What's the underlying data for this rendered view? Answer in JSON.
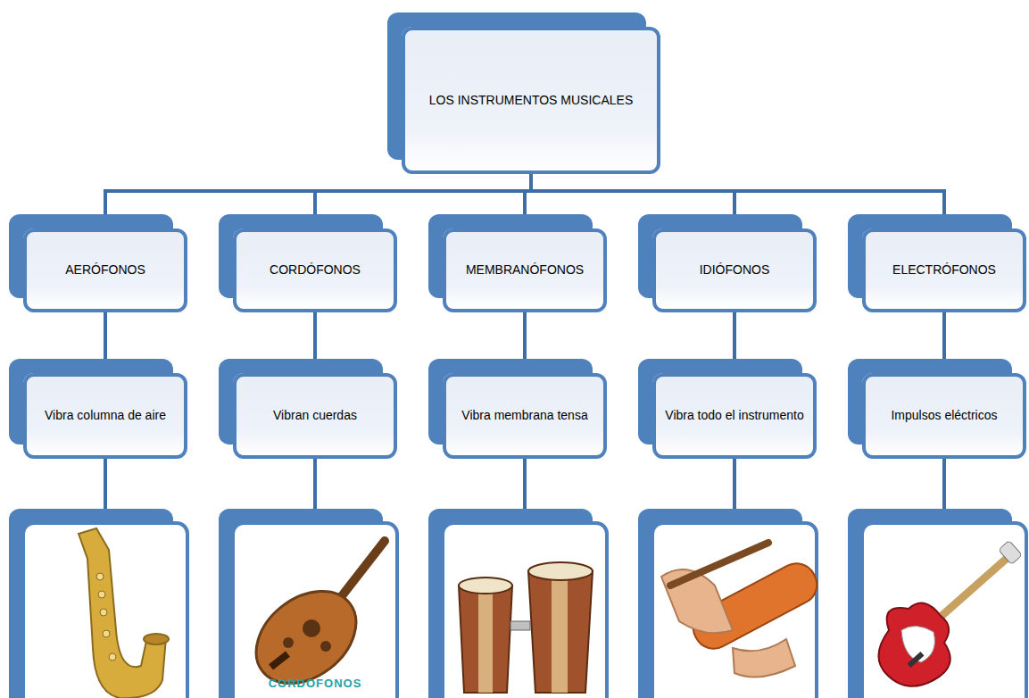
{
  "diagram": {
    "nodes": [
      {
        "text": [
          "LOS INSTRUMENTOS MUSICALES"
        ]
      },
      {
        "text": [
          "AERÓFONOS"
        ]
      },
      {
        "text": [
          "CORDÓFONOS"
        ]
      },
      {
        "text": [
          "MEMBRANÓFONOS"
        ]
      },
      {
        "text": [
          "IDIÓFONOS"
        ]
      },
      {
        "text": [
          "ELECTRÓFONOS"
        ]
      },
      {
        "text": [
          "Vibra columna de aire"
        ]
      },
      {
        "text": [
          "Vibran cuerdas"
        ]
      },
      {
        "text": [
          "Vibra membrana tensa"
        ]
      },
      {
        "text": [
          "Vibra todo el instrumento"
        ]
      },
      {
        "text": [
          "Impulsos eléctricos"
        ]
      }
    ],
    "edges": [
      {
        "from": 0,
        "to": 1,
        "arrow": "none"
      },
      {
        "from": 0,
        "to": 2,
        "arrow": "none"
      },
      {
        "from": 0,
        "to": 3,
        "arrow": "none"
      },
      {
        "from": 0,
        "to": 4,
        "arrow": "none"
      },
      {
        "from": 0,
        "to": 5,
        "arrow": "none"
      },
      {
        "from": 1,
        "to": 6,
        "arrow": "none"
      },
      {
        "from": 2,
        "to": 7,
        "arrow": "none"
      },
      {
        "from": 3,
        "to": 8,
        "arrow": "none"
      },
      {
        "from": 4,
        "to": 9,
        "arrow": "none"
      },
      {
        "from": 5,
        "to": 10,
        "arrow": "none"
      }
    ],
    "labels": [
      "CORDÓFONOS"
    ]
  }
}
